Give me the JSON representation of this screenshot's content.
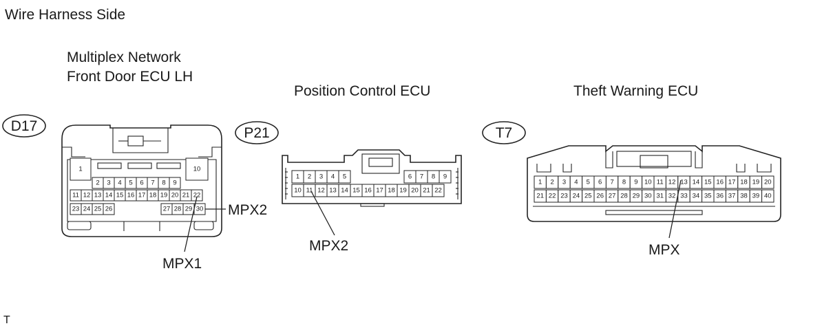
{
  "header": {
    "view_label": "Wire Harness Side"
  },
  "footer": {
    "mark": "T"
  },
  "connectors": [
    {
      "code": "D17",
      "title_lines": [
        "Multiplex Network",
        "Front Door ECU LH"
      ],
      "pins": [
        "1",
        "2",
        "3",
        "4",
        "5",
        "6",
        "7",
        "8",
        "9",
        "10",
        "11",
        "12",
        "13",
        "14",
        "15",
        "16",
        "17",
        "18",
        "19",
        "20",
        "21",
        "22",
        "23",
        "24",
        "25",
        "26",
        "27",
        "28",
        "29",
        "30"
      ],
      "callouts": [
        "MPX2",
        "MPX1"
      ]
    },
    {
      "code": "P21",
      "title_lines": [
        "Position Control ECU"
      ],
      "pins": [
        "1",
        "2",
        "3",
        "4",
        "5",
        "6",
        "7",
        "8",
        "9",
        "10",
        "11",
        "12",
        "13",
        "14",
        "15",
        "16",
        "17",
        "18",
        "19",
        "20",
        "21",
        "22"
      ],
      "callouts": [
        "MPX2"
      ]
    },
    {
      "code": "T7",
      "title_lines": [
        "Theft Warning ECU"
      ],
      "pins": [
        "1",
        "2",
        "3",
        "4",
        "5",
        "6",
        "7",
        "8",
        "9",
        "10",
        "11",
        "12",
        "13",
        "14",
        "15",
        "16",
        "17",
        "18",
        "19",
        "20",
        "21",
        "22",
        "23",
        "24",
        "25",
        "26",
        "27",
        "28",
        "29",
        "30",
        "31",
        "32",
        "33",
        "34",
        "35",
        "36",
        "37",
        "38",
        "39",
        "40"
      ],
      "callouts": [
        "MPX"
      ]
    }
  ]
}
